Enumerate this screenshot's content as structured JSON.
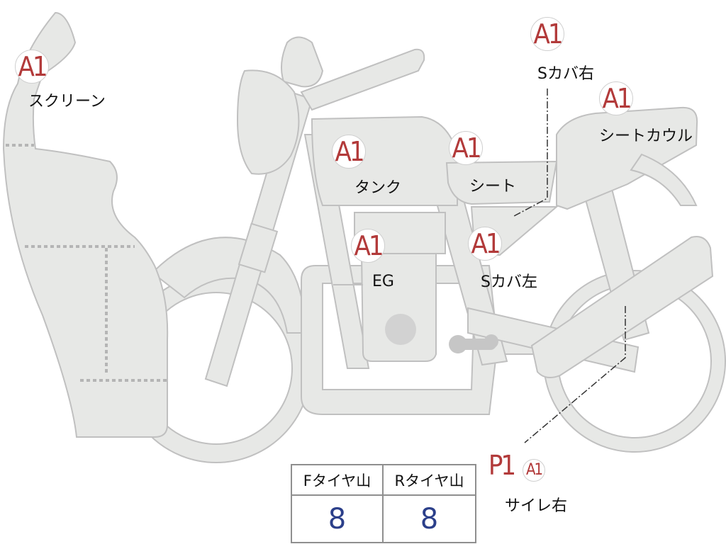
{
  "colors": {
    "part_fill": "#e7e8e6",
    "part_stroke": "#c0c0c0",
    "dotted": "#b5b5b5",
    "grade_text": "#b23a3a",
    "value_text": "#2b3f8a"
  },
  "parts": {
    "screen": {
      "grade": "A1",
      "label": "スクリーン"
    },
    "tank": {
      "grade": "A1",
      "label": "タンク"
    },
    "seat": {
      "grade": "A1",
      "label": "シート"
    },
    "side_cover_right": {
      "grade": "A1",
      "label": "Sカバ右"
    },
    "seat_cowl": {
      "grade": "A1",
      "label": "シートカウル"
    },
    "engine": {
      "grade": "A1",
      "label": "EG"
    },
    "side_cover_left": {
      "grade": "A1",
      "label": "Sカバ左"
    },
    "silencer_right": {
      "grade": "P1",
      "grade_secondary": "A1",
      "label": "サイレ右"
    }
  },
  "tire_table": {
    "front_header": "Fタイヤ山",
    "rear_header": "Rタイヤ山",
    "front_value": "8",
    "rear_value": "8"
  }
}
